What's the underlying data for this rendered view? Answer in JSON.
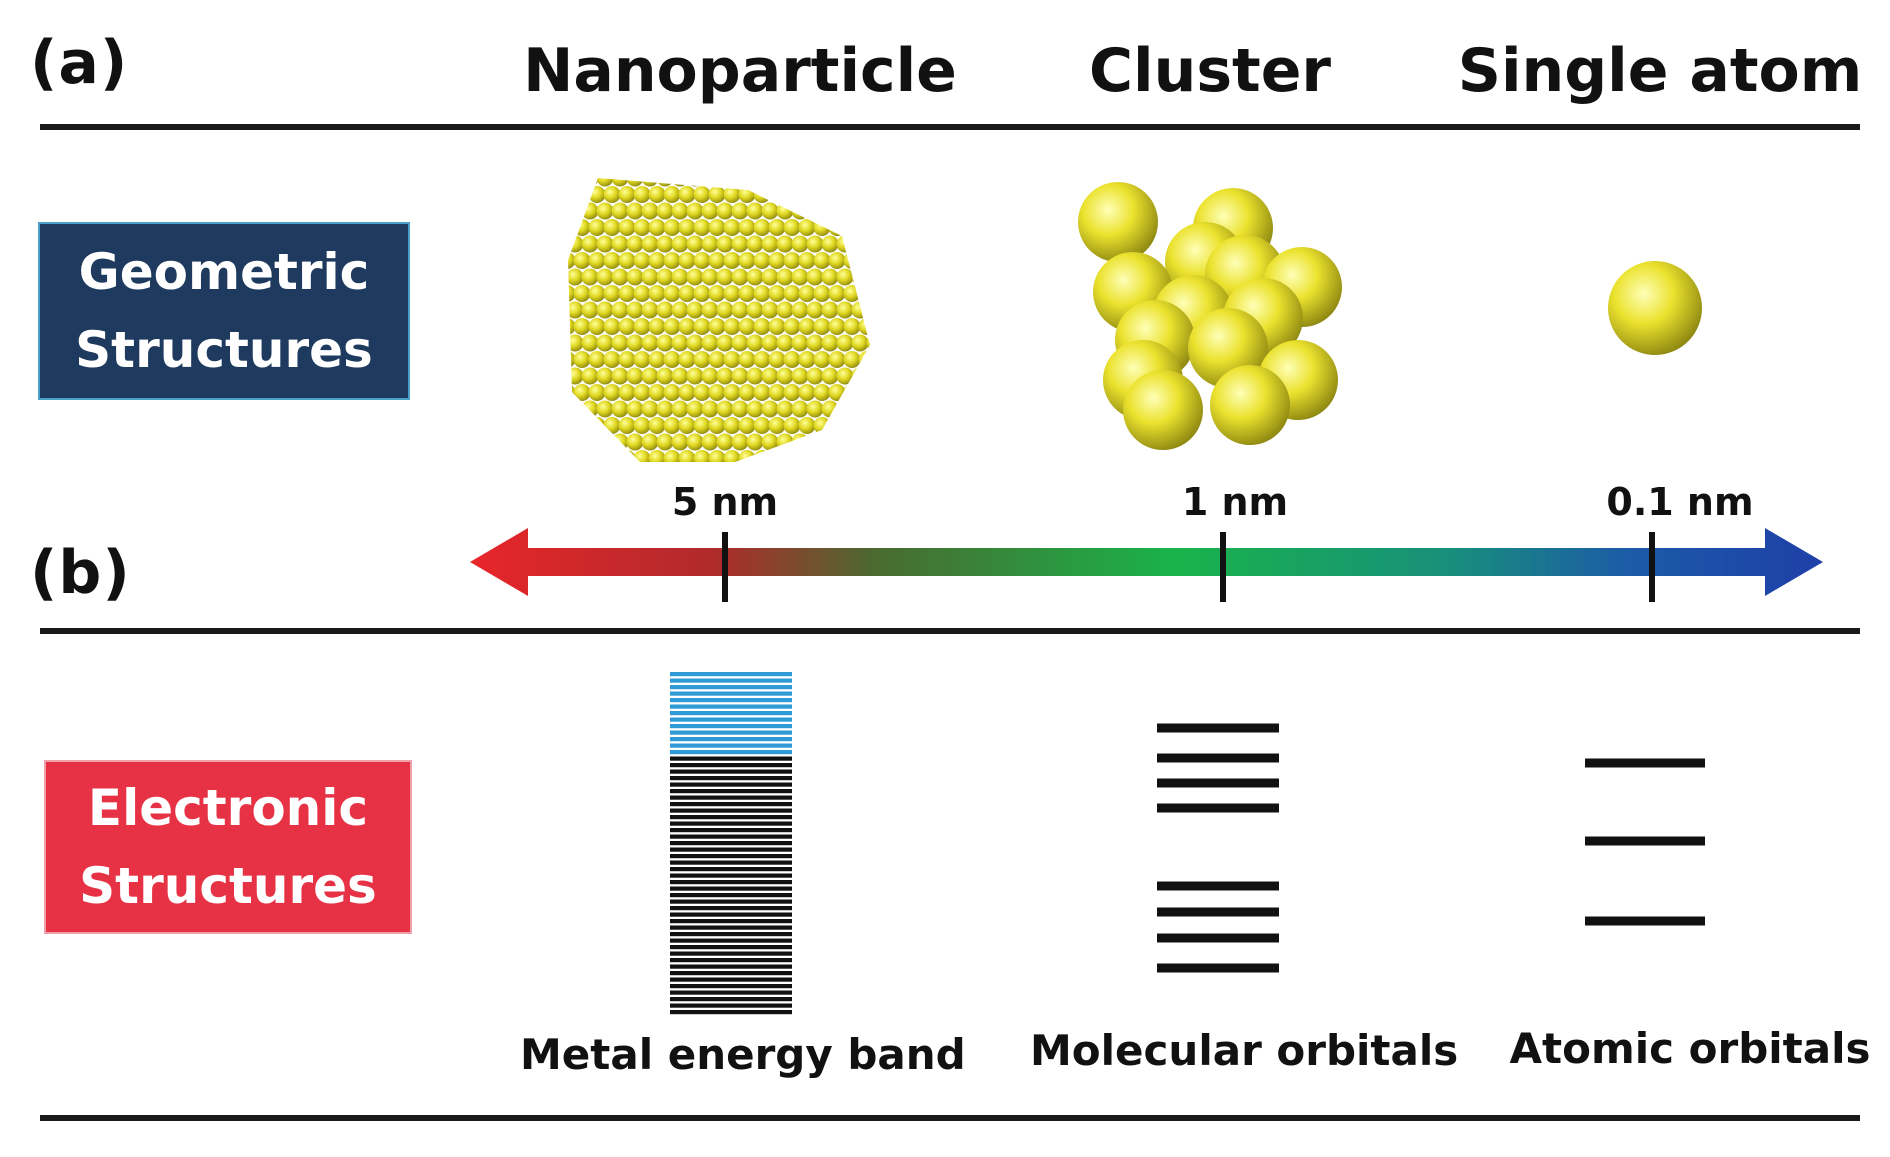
{
  "panel_a": {
    "label": "(a)",
    "columns": [
      "Nanoparticle",
      "Cluster",
      "Single atom"
    ],
    "row_label": {
      "line1": "Geometric",
      "line2": "Structures",
      "color": "#1f3a5f"
    }
  },
  "panel_b": {
    "label": "(b)",
    "row_label": {
      "line1": "Electronic",
      "line2": "Structures",
      "color": "#e63244"
    },
    "scale_ticks": [
      "5 nm",
      "1 nm",
      "0.1 nm"
    ],
    "scale_colors": [
      "#e8262a",
      "#19b34a",
      "#1e3fa8"
    ],
    "captions": [
      "Metal energy band",
      "Molecular orbitals",
      "Atomic orbitals"
    ]
  },
  "colors": {
    "atom": "#e8e02a",
    "band_upper": "#2f9bd6",
    "line": "#111111"
  }
}
